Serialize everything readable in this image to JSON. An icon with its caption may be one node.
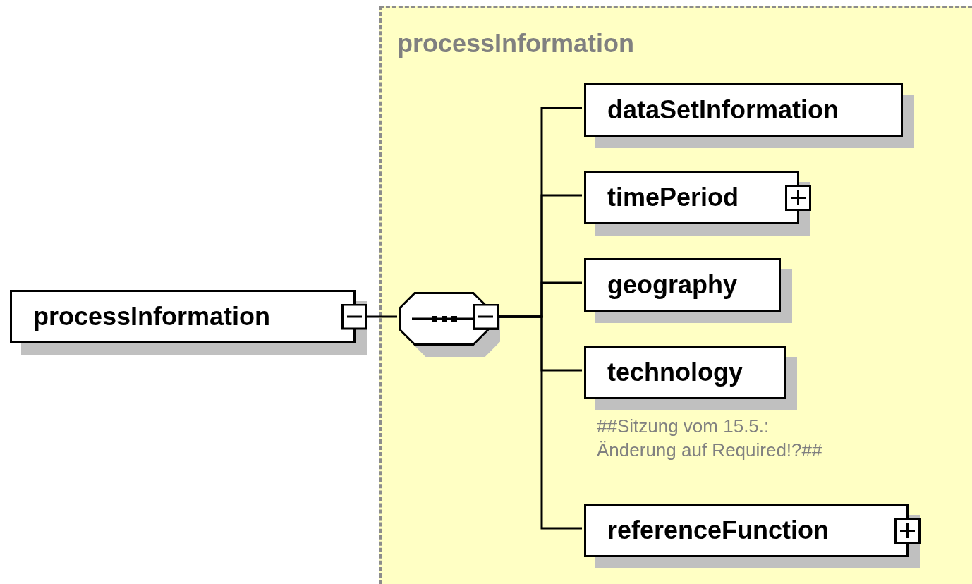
{
  "diagram": {
    "nodes": [
      {
        "text": [
          "processInformation"
        ]
      },
      {
        "text": [
          "processInformation"
        ]
      },
      {
        "text": [],
        "shape": "octagon",
        "in": 1
      },
      {
        "text": [
          "dataSetInformation"
        ],
        "in": 1
      },
      {
        "text": [
          "timePeriod"
        ],
        "in": 1
      },
      {
        "text": [
          "geography"
        ],
        "in": 1
      },
      {
        "text": [
          "technology"
        ],
        "in": 1,
        "beside": [
          "##Sitzung vom 15.5.: Änderung auf Required!?##"
        ]
      },
      {
        "text": [
          "referenceFunction"
        ],
        "in": 1
      }
    ],
    "edges": [
      {
        "from": 0,
        "to": 2,
        "arrow": "other"
      },
      {
        "from": 2,
        "to": 3,
        "arrow": "other"
      },
      {
        "from": 2,
        "to": 4,
        "arrow": "other"
      },
      {
        "from": 2,
        "to": 5,
        "arrow": "other"
      },
      {
        "from": 2,
        "to": 6,
        "arrow": "other"
      },
      {
        "from": 2,
        "to": 7,
        "arrow": "other"
      }
    ]
  }
}
